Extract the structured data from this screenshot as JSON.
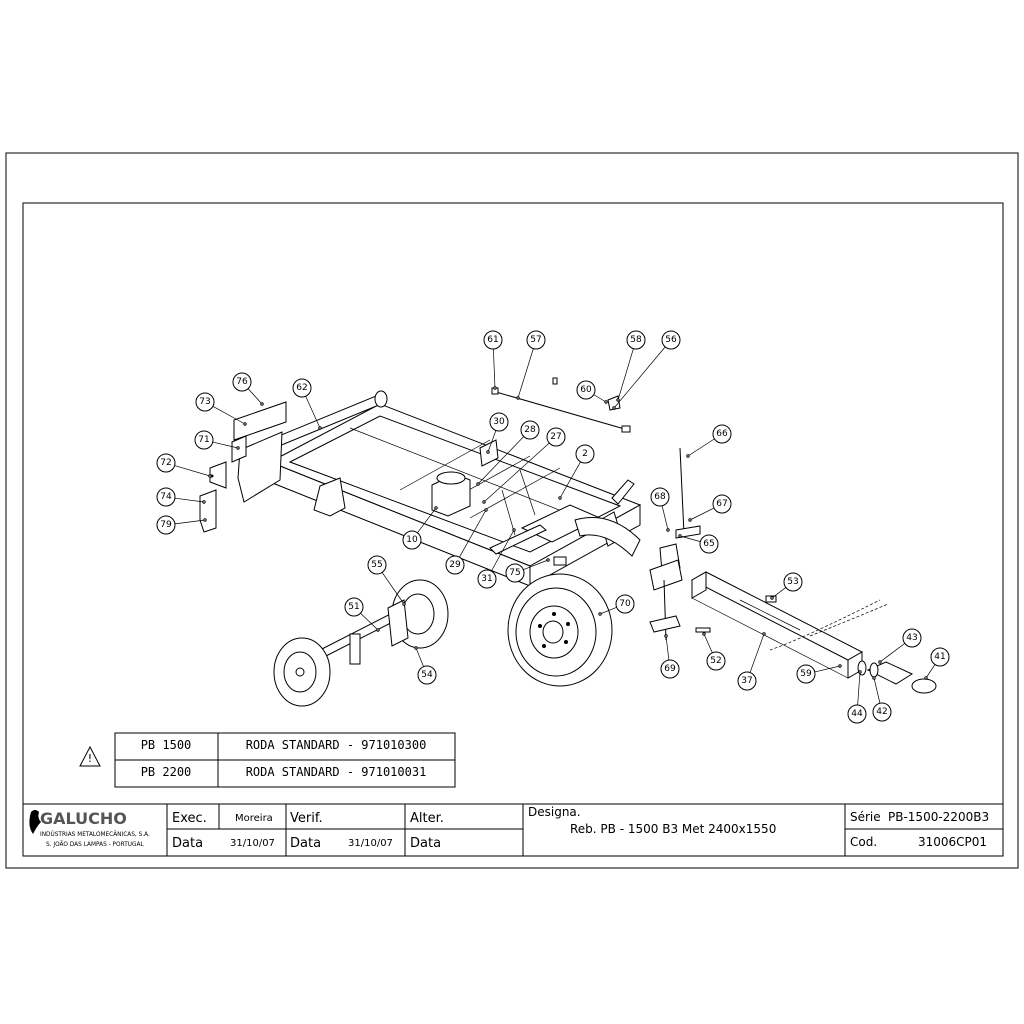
{
  "callouts": [
    {
      "n": "61"
    },
    {
      "n": "57"
    },
    {
      "n": "58"
    },
    {
      "n": "56"
    },
    {
      "n": "60"
    },
    {
      "n": "76"
    },
    {
      "n": "62"
    },
    {
      "n": "73"
    },
    {
      "n": "71"
    },
    {
      "n": "72"
    },
    {
      "n": "74"
    },
    {
      "n": "79"
    },
    {
      "n": "30"
    },
    {
      "n": "28"
    },
    {
      "n": "27"
    },
    {
      "n": "2"
    },
    {
      "n": "66"
    },
    {
      "n": "68"
    },
    {
      "n": "67"
    },
    {
      "n": "65"
    },
    {
      "n": "10"
    },
    {
      "n": "29"
    },
    {
      "n": "31"
    },
    {
      "n": "75"
    },
    {
      "n": "55"
    },
    {
      "n": "70"
    },
    {
      "n": "53"
    },
    {
      "n": "51"
    },
    {
      "n": "54"
    },
    {
      "n": "69"
    },
    {
      "n": "52"
    },
    {
      "n": "37"
    },
    {
      "n": "59"
    },
    {
      "n": "43"
    },
    {
      "n": "41"
    },
    {
      "n": "44"
    },
    {
      "n": "42"
    }
  ],
  "wheel_table": {
    "rows": [
      {
        "model": "PB 1500",
        "desc": "RODA STANDARD - 971010300"
      },
      {
        "model": "PB 2200",
        "desc": "RODA STANDARD - 971010031"
      }
    ]
  },
  "title_block": {
    "company": "GALUCHO",
    "company_line1": "INDÚSTRIAS METALOMECÂNICAS, S.A.",
    "company_line2": "S. JOÃO DAS LAMPAS - PORTUGAL",
    "exec_label": "Exec.",
    "exec_value": "Moreira",
    "verif_label": "Verif.",
    "alter_label": "Alter.",
    "data_label": "Data",
    "date1": "31/10/07",
    "date2": "31/10/07",
    "designa_label": "Designa.",
    "designation": "Reb. PB - 1500 B3 Met 2400x1550",
    "serie_label": "Série",
    "serie_value": "PB-1500-2200B3",
    "cod_label": "Cod.",
    "cod_value": "31006CP01"
  }
}
